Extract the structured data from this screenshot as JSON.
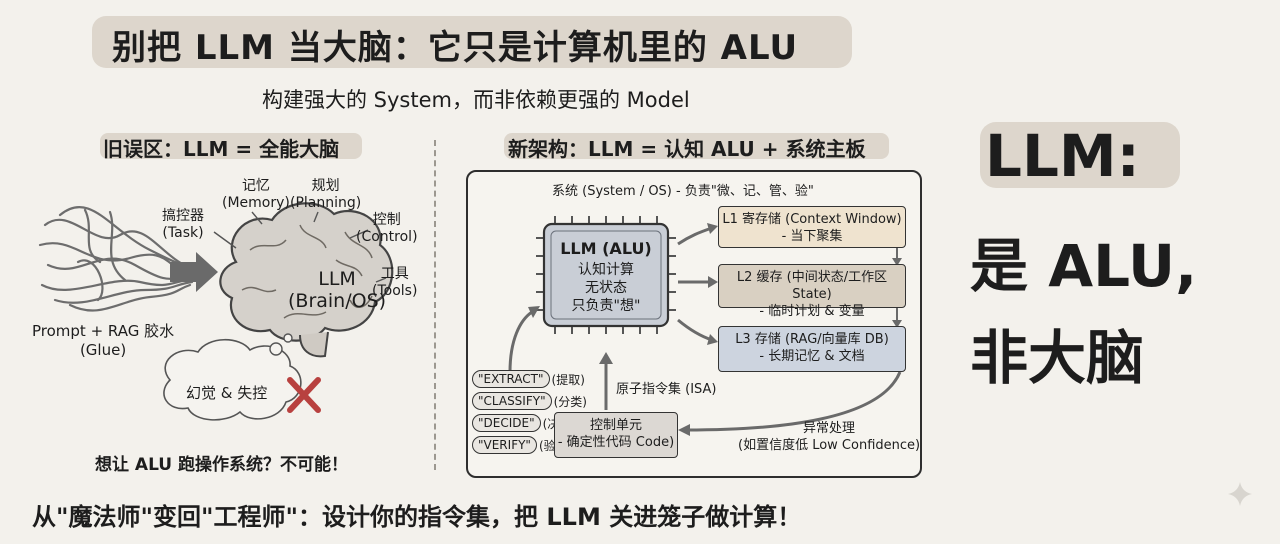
{
  "header": {
    "title": "别把 LLM 当大脑：它只是计算机里的 ALU",
    "subtitle": "构建强大的 System，而非依赖更强的 Model"
  },
  "left_section": {
    "title": "旧误区：LLM = 全能大脑",
    "brain_line1": "LLM",
    "brain_line2": "(Brain/OS)",
    "labels": {
      "task": [
        "搞控器",
        "(Task)"
      ],
      "memory": [
        "记忆",
        "(Memory)"
      ],
      "planning": [
        "规划",
        "(Planning)"
      ],
      "control": [
        "控制",
        "(Control)"
      ],
      "tools": [
        "工具",
        "(Tools)"
      ]
    },
    "glue": [
      "Prompt + RAG 胶水",
      "(Glue)"
    ],
    "hallucination": "幻觉 & 失控",
    "myth": "想让 ALU 跑操作系统？不可能！"
  },
  "right_section": {
    "title": "新架构：LLM = 认知 ALU + 系统主板",
    "frame_title": "系统 (System / OS) - 负责\"微、记、管、验\"",
    "chip": {
      "title": "LLM (ALU)",
      "lines": [
        "认知计算",
        "无状态",
        "只负责\"想\""
      ]
    },
    "caches": [
      {
        "line1": "L1 寄存储 (Context Window)",
        "line2": "- 当下聚集"
      },
      {
        "line1": "L2 缓存 (中间状态/工作区 State)",
        "line2": "- 临时计划 & 变量"
      },
      {
        "line1": "L3 存储 (RAG/向量库 DB)",
        "line2": "- 长期记忆 & 文档"
      }
    ],
    "isa_label": "原子指令集 (ISA)",
    "instructions": [
      {
        "pill": "\"EXTRACT\"",
        "note": "(提取)"
      },
      {
        "pill": "\"CLASSIFY\"",
        "note": "(分类)"
      },
      {
        "pill": "\"DECIDE\"",
        "note": "(决策)"
      },
      {
        "pill": "\"VERIFY\"",
        "note": "(验证)"
      }
    ],
    "control_unit": [
      "控制单元",
      "- 确定性代码 Code)"
    ],
    "exception": [
      "异常处理",
      "(如置信度低 Low Confidence)"
    ]
  },
  "big_text": {
    "line1": "LLM:",
    "line2": "是 ALU,",
    "line3": "非大脑"
  },
  "footer": "从\"魔法师\"变回\"工程师\"：设计你的指令集，把 LLM 关进笼子做计算！",
  "colors": {
    "background": "#f3f1ec",
    "highlight": "#ddd6cc",
    "chip": "#c9ced6",
    "l1": "#efe3cf",
    "l2": "#d9d0c2",
    "l3": "#cdd4df",
    "control_unit": "#dcd8d3",
    "x_mark": "#b8413f"
  }
}
